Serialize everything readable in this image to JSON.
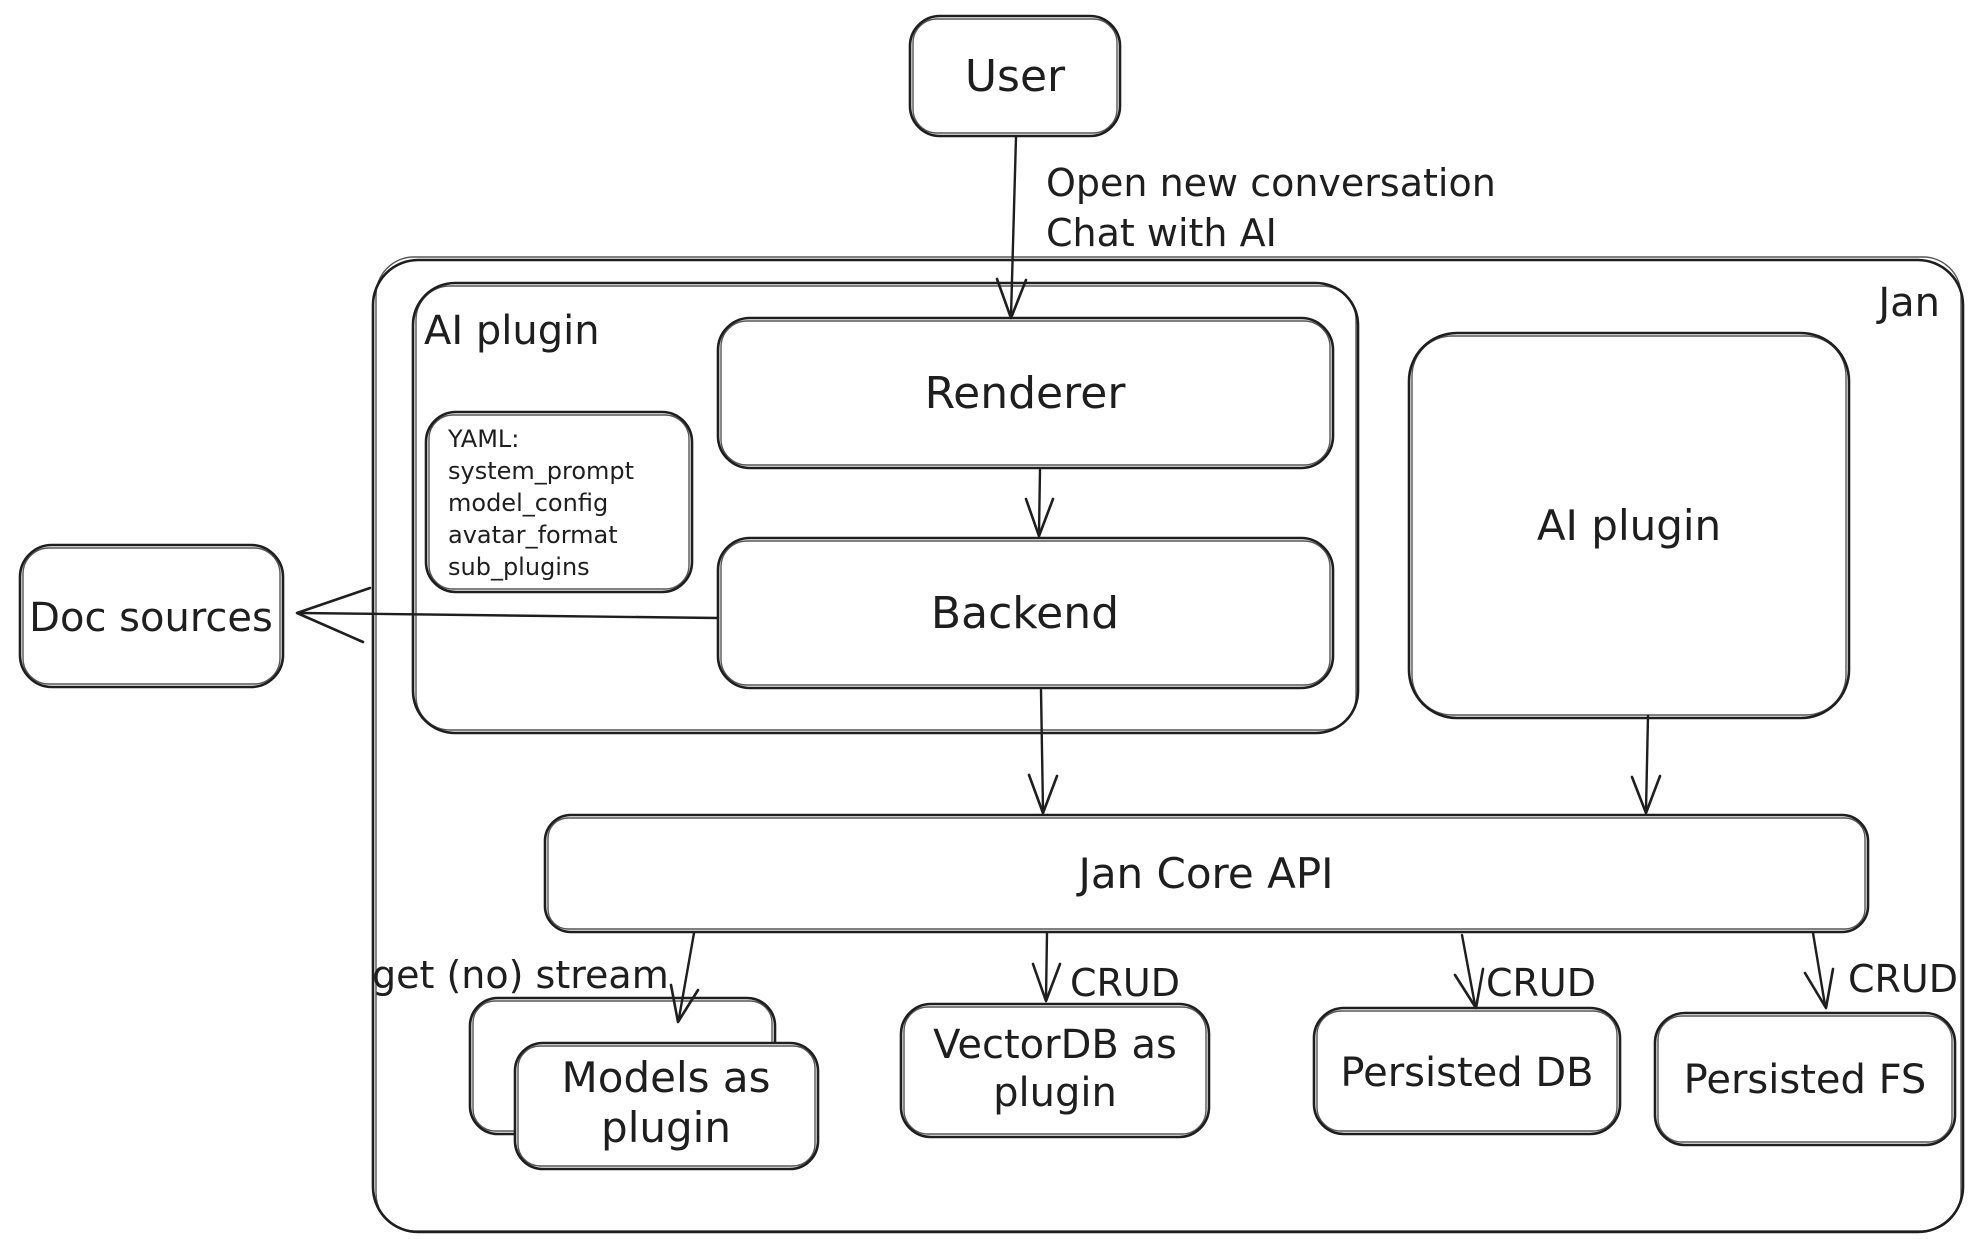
{
  "colors": {
    "stroke": "#1e1e1e",
    "background": "#ffffff"
  },
  "nodes": {
    "user": {
      "label": "User"
    },
    "jan_container": {
      "label": "Jan"
    },
    "ai_plugin_container": {
      "label": "AI plugin"
    },
    "renderer": {
      "label": "Renderer"
    },
    "yaml_note": {
      "lines": [
        "YAML:",
        "system_prompt",
        "model_config",
        "avatar_format",
        "sub_plugins"
      ]
    },
    "backend": {
      "label": "Backend"
    },
    "ai_plugin": {
      "label": "AI plugin"
    },
    "doc_sources": {
      "label": "Doc sources"
    },
    "jan_core_api": {
      "label": "Jan Core API"
    },
    "models_as_plugin": {
      "lines": [
        "Models as",
        "plugin"
      ]
    },
    "vectordb_as_plugin": {
      "lines": [
        "VectorDB as",
        "plugin"
      ]
    },
    "persisted_db": {
      "label": "Persisted DB"
    },
    "persisted_fs": {
      "label": "Persisted FS"
    }
  },
  "edges": {
    "user_to_renderer": {
      "label_lines": [
        "Open new conversation",
        "Chat with AI"
      ]
    },
    "jan_core_api_to_models": {
      "label": "get (no) stream"
    },
    "jan_core_api_to_vectordb": {
      "label": "CRUD"
    },
    "jan_core_api_to_persisted_db": {
      "label": "CRUD"
    },
    "jan_core_api_to_persisted_fs": {
      "label": "CRUD"
    }
  }
}
